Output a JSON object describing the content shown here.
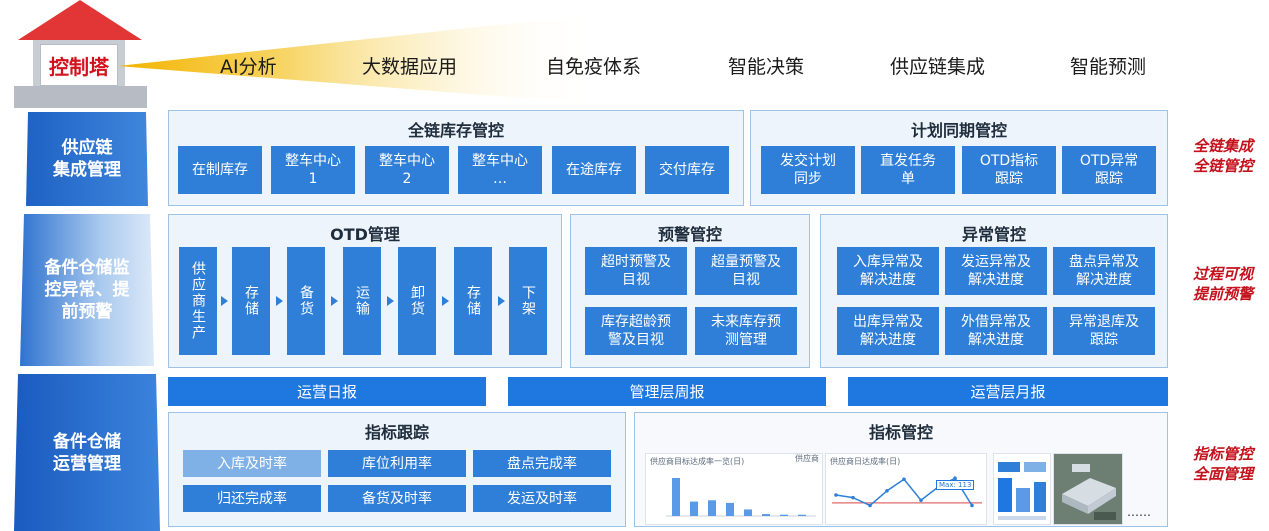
{
  "header": {
    "tower_label": "控制塔",
    "items": [
      "AI分析",
      "大数据应用",
      "自免疫体系",
      "智能决策",
      "供应链集成",
      "智能预测"
    ]
  },
  "left_blocks": [
    "供应链\n集成管理",
    "备件仓储监\n控异常、提\n前预警",
    "备件仓储\n运营管理"
  ],
  "right_labels": [
    "全链集成\n全链管控",
    "过程可视\n提前预警",
    "指标管控\n全面管理"
  ],
  "inventory": {
    "title": "全链库存管控",
    "items": [
      "在制库存",
      "整车中心\n1",
      "整车中心\n2",
      "整车中心\n…",
      "在途库存",
      "交付库存"
    ]
  },
  "plan": {
    "title": "计划同期管控",
    "items": [
      "发交计划\n同步",
      "直发任务\n单",
      "OTD指标\n跟踪",
      "OTD异常\n跟踪"
    ]
  },
  "otd": {
    "title": "OTD管理",
    "steps": [
      "供应商生产",
      "存储",
      "备货",
      "运输",
      "卸货",
      "存储",
      "下架"
    ]
  },
  "warning": {
    "title": "预警管控",
    "items": [
      "超时预警及\n目视",
      "超量预警及\n目视",
      "库存超龄预\n警及目视",
      "未来库存预\n测管理"
    ]
  },
  "exception": {
    "title": "异常管控",
    "items": [
      "入库异常及\n解决进度",
      "发运异常及\n解决进度",
      "盘点异常及\n解决进度",
      "出库异常及\n解决进度",
      "外借异常及\n解决进度",
      "异常退库及\n跟踪"
    ]
  },
  "reports": [
    "运营日报",
    "管理层周报",
    "运营层月报"
  ],
  "kpi_tracking": {
    "title": "指标跟踪",
    "items": [
      "入库及时率",
      "库位利用率",
      "盘点完成率",
      "归还完成率",
      "备货及时率",
      "发运及时率"
    ]
  },
  "kpi_control": {
    "title": "指标管控",
    "ellipsis": "……",
    "thumb1_caption": "供应商目标达成率一览(日)",
    "thumb1_header": "供应商",
    "thumb1_values": [
      58,
      22,
      24,
      20,
      10,
      3,
      2,
      2
    ],
    "thumb2_caption": "供应商日达成率(日)",
    "thumb2_values": [
      40,
      35,
      20,
      48,
      70,
      30,
      55,
      72,
      20
    ],
    "thumb2_marker": "Max: 113"
  },
  "colors": {
    "accent": "#1f78e0",
    "button": "#2f7fd8",
    "tower_red": "#e23535",
    "emphasis": "#c4121d"
  }
}
